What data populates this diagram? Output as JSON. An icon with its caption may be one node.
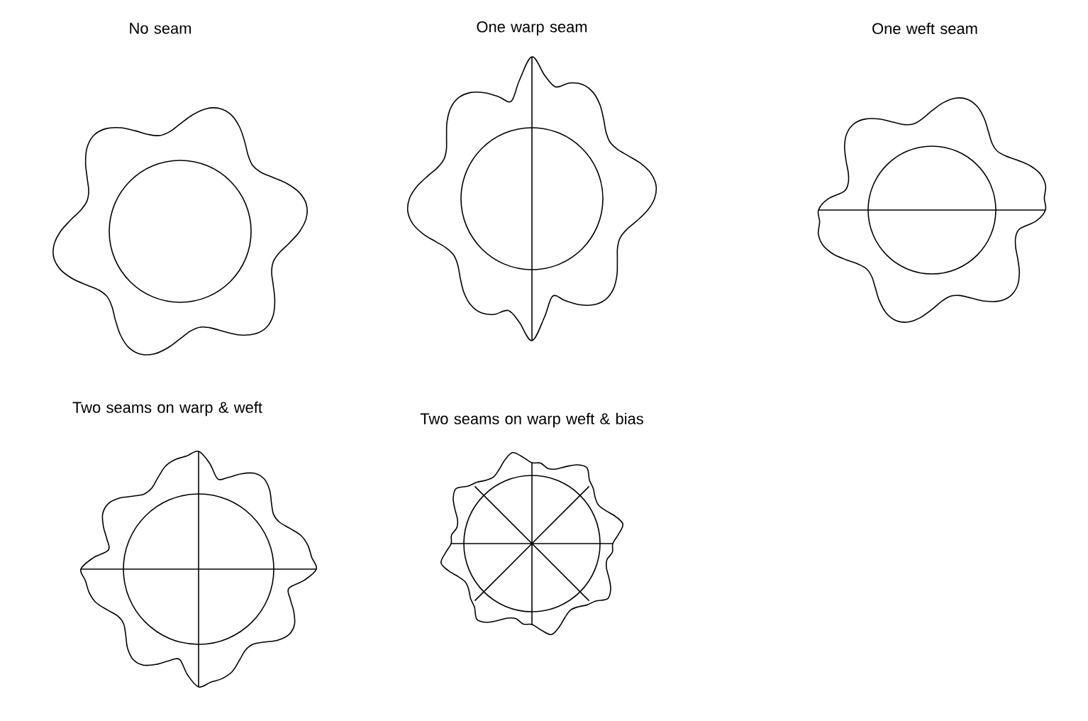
{
  "diagram": {
    "labels": [
      "No seam",
      "One warp seam",
      "One weft seam",
      "Two seams on warp & weft",
      "Two seams on warp weft & bias"
    ]
  }
}
